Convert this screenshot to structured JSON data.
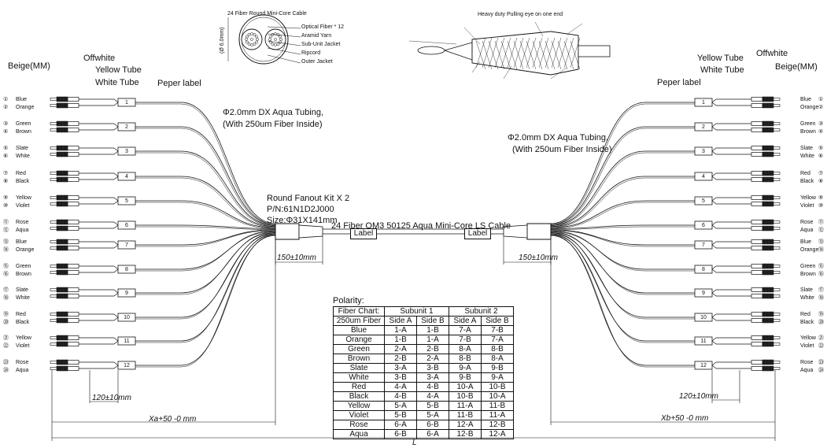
{
  "colors": {
    "line": "#111111",
    "tube": "#ffffff"
  },
  "cross_section": {
    "title": "24 Fiber Round Mini-Core Cable",
    "dimension": "(Ø 6.0mm)",
    "callouts": [
      "Optical Fiber * 12",
      "Aramid Yarn",
      "Sub-Unit Jacket",
      "Ripcord",
      "Outer Jacket"
    ]
  },
  "pulling_eye": {
    "title": "Heavy duty Pulling eye on one end"
  },
  "left_fanout": {
    "beige_label": "Beige(MM)",
    "offwhite_label": "Offwhite",
    "yellow_tube_label": "Yellow Tube",
    "white_tube_label": "White Tube",
    "paper_label": "Peper label",
    "tubing_line1": "Φ2.0mm DX Aqua Tubing,",
    "tubing_line2": "(With 250um Fiber Inside)",
    "kit_line1": "Round Fanout Kit X 2",
    "kit_line2": "P/N:61N1D2J000",
    "kit_line3": "Size:Φ31X141mm",
    "dim_150": "150±10mm",
    "dim_120": "120±10mm",
    "dim_xa": "Xa+50 -0 mm"
  },
  "right_fanout": {
    "yellow_tube_label": "Yellow Tube",
    "offwhite_label": "Offwhite",
    "white_tube_label": "White Tube",
    "beige_label": "Beige(MM)",
    "paper_label": "Peper label",
    "tubing_line1": "Φ2.0mm DX Aqua Tubing,",
    "tubing_line2": "(With 250um Fiber Inside)",
    "dim_150": "150±10mm",
    "dim_120": "120±10mm",
    "dim_xb": "Xb+50 -0 mm"
  },
  "main_cable": {
    "title": "24 Fiber OM3 50125 Aqua Mini-Core LS Cable",
    "label_left": "Label",
    "label_right": "Label"
  },
  "total_length": "L",
  "legs": [
    {
      "num": "1",
      "labels": [
        "Blue",
        "Orange"
      ],
      "ids": [
        "①",
        "②"
      ],
      "ids_right": [
        "①",
        "②"
      ]
    },
    {
      "num": "2",
      "labels": [
        "Green",
        "Brown"
      ],
      "ids": [
        "③",
        "④"
      ],
      "ids_right": [
        "③",
        "④"
      ]
    },
    {
      "num": "3",
      "labels": [
        "Slate",
        "White"
      ],
      "ids": [
        "⑤",
        "⑥"
      ],
      "ids_right": [
        "⑤",
        "⑥"
      ]
    },
    {
      "num": "4",
      "labels": [
        "Red",
        "Black"
      ],
      "ids": [
        "⑦",
        "⑧"
      ],
      "ids_right": [
        "⑦",
        "⑧"
      ]
    },
    {
      "num": "5",
      "labels": [
        "Yellow",
        "Violet"
      ],
      "ids": [
        "⑨",
        "⑩"
      ],
      "ids_right": [
        "⑨",
        "⑩"
      ]
    },
    {
      "num": "6",
      "labels": [
        "Rose",
        "Aqua"
      ],
      "ids": [
        "⑪",
        "⑫"
      ],
      "ids_right": [
        "⑪",
        "⑫"
      ]
    },
    {
      "num": "7",
      "labels": [
        "Blue",
        "Orange"
      ],
      "ids": [
        "⑬",
        "⑭"
      ],
      "ids_right": [
        "⑬",
        "⑭"
      ]
    },
    {
      "num": "8",
      "labels": [
        "Green",
        "Brown"
      ],
      "ids": [
        "⑮",
        "⑯"
      ],
      "ids_right": [
        "⑮",
        "⑯"
      ]
    },
    {
      "num": "9",
      "labels": [
        "Slate",
        "White"
      ],
      "ids": [
        "⑰",
        "⑱"
      ],
      "ids_right": [
        "⑰",
        "⑱"
      ]
    },
    {
      "num": "10",
      "labels": [
        "Red",
        "Black"
      ],
      "ids": [
        "⑲",
        "⑳"
      ],
      "ids_right": [
        "⑲",
        "⑳"
      ]
    },
    {
      "num": "11",
      "labels": [
        "Yellow",
        "Violet"
      ],
      "ids": [
        "㉑",
        "㉒"
      ],
      "ids_right": [
        "㉑",
        "㉒"
      ]
    },
    {
      "num": "12",
      "labels": [
        "Rose",
        "Aqua"
      ],
      "ids": [
        "㉓",
        "㉔"
      ],
      "ids_right": [
        "㉓",
        "㉔"
      ]
    }
  ],
  "polarity": {
    "title": "Polarity:",
    "header1": [
      "Fiber Chart:",
      "Subunit 1",
      "Subunit 2"
    ],
    "header2": [
      "250um Fiber",
      "Side A",
      "Side B",
      "Side A",
      "Side B"
    ],
    "rows": [
      [
        "Blue",
        "1-A",
        "1-B",
        "7-A",
        "7-B"
      ],
      [
        "Orange",
        "1-B",
        "1-A",
        "7-B",
        "7-A"
      ],
      [
        "Green",
        "2-A",
        "2-B",
        "8-A",
        "8-B"
      ],
      [
        "Brown",
        "2-B",
        "2-A",
        "8-B",
        "8-A"
      ],
      [
        "Slate",
        "3-A",
        "3-B",
        "9-A",
        "9-B"
      ],
      [
        "White",
        "3-B",
        "3-A",
        "9-B",
        "9-A"
      ],
      [
        "Red",
        "4-A",
        "4-B",
        "10-A",
        "10-B"
      ],
      [
        "Black",
        "4-B",
        "4-A",
        "10-B",
        "10-A"
      ],
      [
        "Yellow",
        "5-A",
        "5-B",
        "11-A",
        "11-B"
      ],
      [
        "Violet",
        "5-B",
        "5-A",
        "11-B",
        "11-A"
      ],
      [
        "Rose",
        "6-A",
        "6-B",
        "12-A",
        "12-B"
      ],
      [
        "Aqua",
        "6-B",
        "6-A",
        "12-B",
        "12-A"
      ]
    ]
  }
}
